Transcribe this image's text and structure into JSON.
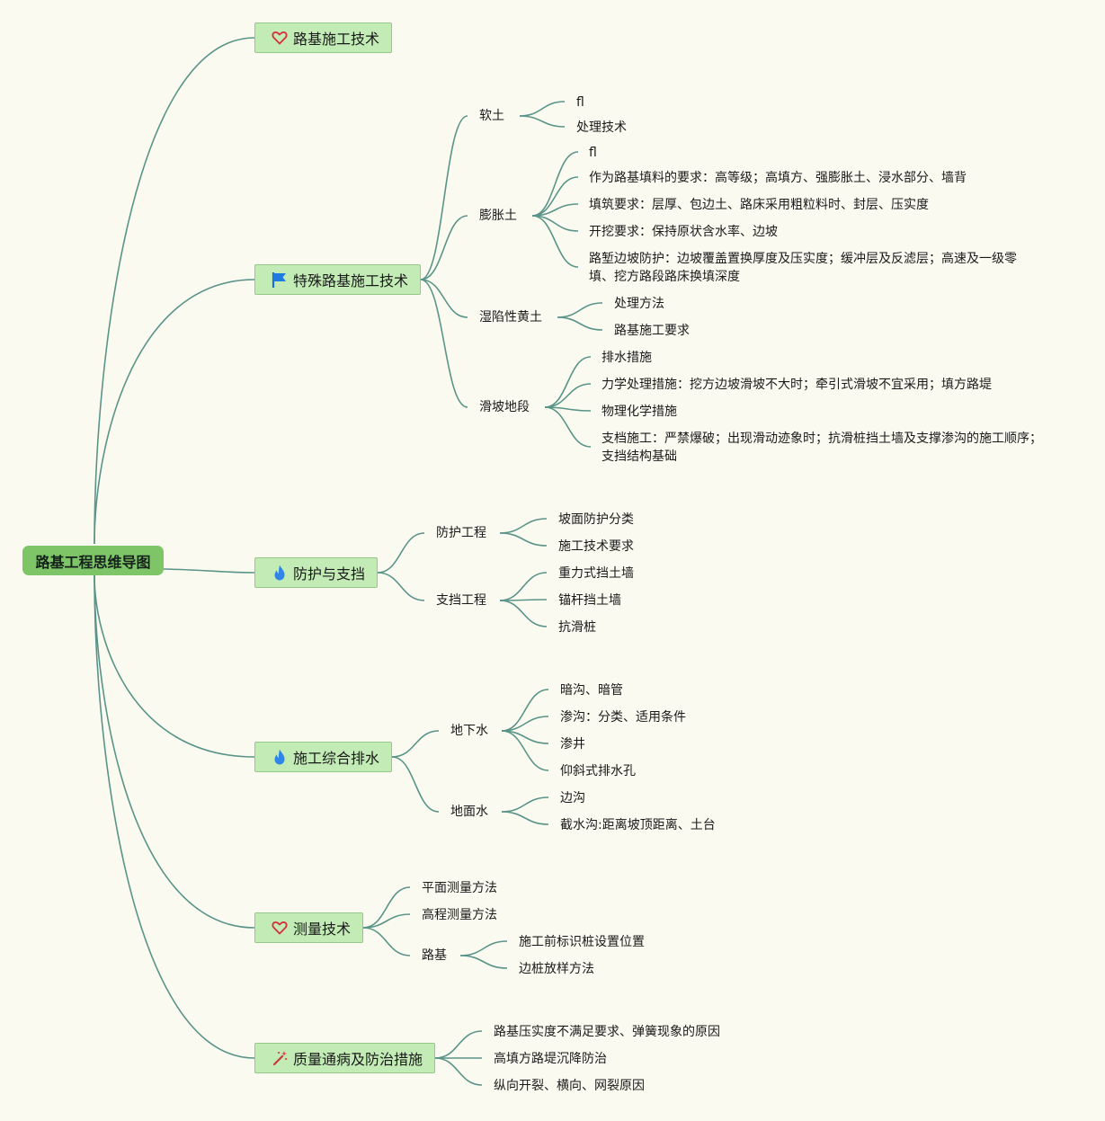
{
  "root": "路基工程思维导图",
  "colors": {
    "background": "#fbfaf1",
    "root": "#7dc567",
    "topic": "#c2ebb6",
    "link": "#5a9488"
  },
  "topics": [
    {
      "label": "路基施工技术",
      "icon": "heart-icon"
    },
    {
      "label": "特殊路基施工技术",
      "icon": "flag-icon",
      "children": [
        {
          "label": "软土",
          "items": [
            "fl",
            "处理技术"
          ]
        },
        {
          "label": "膨胀土",
          "items": [
            "fl",
            "作为路基填料的要求：高等级；高填方、强膨胀土、浸水部分、墙背",
            "填筑要求：层厚、包边土、路床采用粗粒料时、封层、压实度",
            "开挖要求：保持原状含水率、边坡",
            "路堑边坡防护：边坡覆盖置换厚度及压实度；缓冲层及反滤层；高速及一级零填、挖方路段路床换填深度"
          ]
        },
        {
          "label": "湿陷性黄土",
          "items": [
            "处理方法",
            "路基施工要求"
          ]
        },
        {
          "label": "滑坡地段",
          "items": [
            "排水措施",
            "力学处理措施：挖方边坡滑坡不大时；牵引式滑坡不宜采用；填方路堤",
            "物理化学措施",
            "支档施工：严禁爆破；出现滑动迹象时；抗滑桩挡土墙及支撑渗沟的施工顺序；支挡结构基础"
          ]
        }
      ]
    },
    {
      "label": "防护与支挡",
      "icon": "fire-icon",
      "children": [
        {
          "label": "防护工程",
          "items": [
            "坡面防护分类",
            "施工技术要求"
          ]
        },
        {
          "label": "支挡工程",
          "items": [
            "重力式挡土墙",
            "锚杆挡土墙",
            "抗滑桩"
          ]
        }
      ]
    },
    {
      "label": "施工综合排水",
      "icon": "fire-icon",
      "children": [
        {
          "label": "地下水",
          "items": [
            "暗沟、暗管",
            "渗沟：分类、适用条件",
            "渗井",
            "仰斜式排水孔"
          ]
        },
        {
          "label": "地面水",
          "items": [
            "边沟",
            "截水沟:距离坡顶距离、土台"
          ]
        }
      ]
    },
    {
      "label": "测量技术",
      "icon": "heart-icon",
      "items": [
        "平面测量方法",
        "高程测量方法"
      ],
      "children": [
        {
          "label": "路基",
          "items": [
            "施工前标识桩设置位置",
            "边桩放样方法"
          ]
        }
      ]
    },
    {
      "label": "质量通病及防治措施",
      "icon": "magic-wand-icon",
      "items": [
        "路基压实度不满足要求、弹簧现象的原因",
        "高填方路堤沉降防治",
        "纵向开裂、横向、网裂原因"
      ]
    }
  ]
}
